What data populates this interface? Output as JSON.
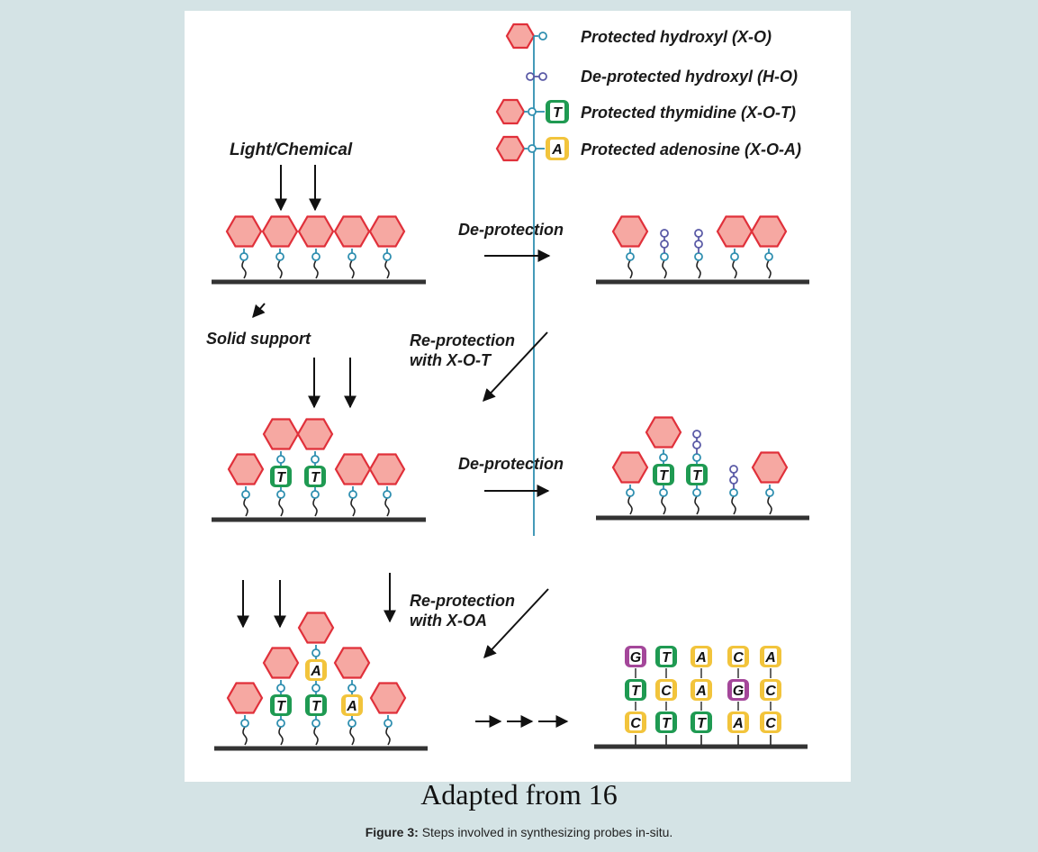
{
  "legend": {
    "protected_hydroxyl": "Protected hydroxyl (X-O)",
    "deprotected_hydroxyl": "De-protected hydroxyl (H-O)",
    "protected_thymidine": "Protected thymidine (X-O-T)",
    "protected_adenosine": "Protected adenosine (X-O-A)"
  },
  "labels": {
    "light_chemical": "Light/Chemical",
    "solid_support": "Solid support",
    "deprotection_1": "De-protection",
    "deprotection_2": "De-protection",
    "reprotection_t_line1": "Re-protection",
    "reprotection_t_line2": "with X-O-T",
    "reprotection_a_line1": "Re-protection",
    "reprotection_a_line2": "with X-OA"
  },
  "bases": {
    "T": "T",
    "A": "A",
    "G": "G",
    "C": "C"
  },
  "final_array": {
    "top": [
      "G",
      "T",
      "A",
      "C",
      "A"
    ],
    "middle": [
      "T",
      "C",
      "A",
      "G",
      "C"
    ],
    "bottom": [
      "C",
      "T",
      "T",
      "A",
      "C"
    ]
  },
  "colors": {
    "hexagon_fill": "#f6a8a2",
    "hexagon_stroke": "#e0303a",
    "linker": "#2f8fb0",
    "deprotected": "#5a5aa6",
    "T": "#1f9a52",
    "A": "#f2c43c",
    "G": "#a4479a",
    "C": "#f2c43c",
    "support": "#333333"
  },
  "credit": "Adapted from 16",
  "caption": {
    "label": "Figure 3:",
    "text": "Steps involved in synthesizing probes in-situ."
  }
}
